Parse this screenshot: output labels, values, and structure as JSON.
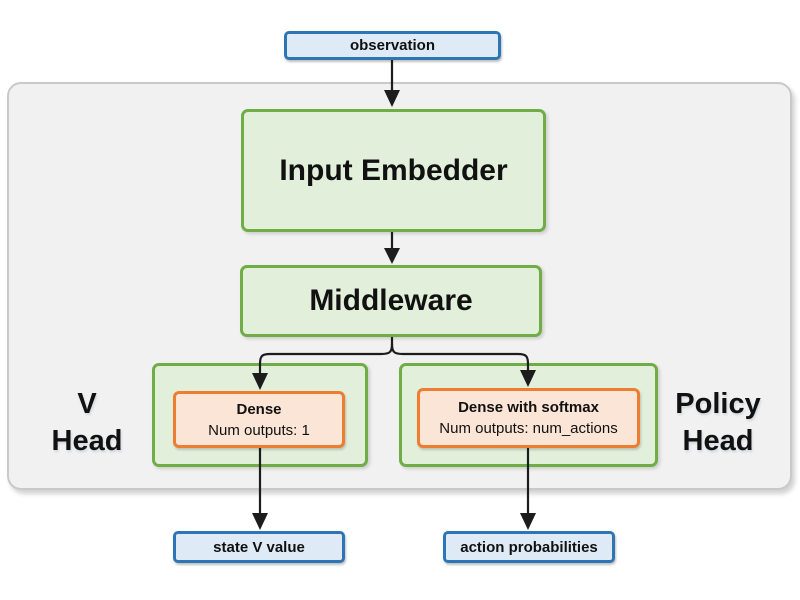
{
  "colors": {
    "blue-border": "#2e75b6",
    "blue-fill": "#deebf7",
    "green-border": "#70ad47",
    "green-fill": "#e2efda",
    "orange-border": "#ed7d31",
    "orange-fill": "#fbe5d6",
    "container-fill": "#f1f1f1",
    "container-border": "#c9c9c9",
    "arrow": "#1c1c1c"
  },
  "nodes": {
    "observation": {
      "label": "observation"
    },
    "input_embedder": {
      "label": "Input Embedder"
    },
    "middleware": {
      "label": "Middleware"
    },
    "v_head": {
      "line1": "V",
      "line2": "Head"
    },
    "v_dense": {
      "title": "Dense",
      "subtitle": "Num outputs: 1"
    },
    "policy_head": {
      "line1": "Policy",
      "line2": "Head"
    },
    "policy_dense": {
      "title": "Dense with softmax",
      "subtitle": "Num outputs: num_actions"
    },
    "state_v_value": {
      "label": "state V value"
    },
    "action_probabilities": {
      "label": "action probabilities"
    }
  }
}
